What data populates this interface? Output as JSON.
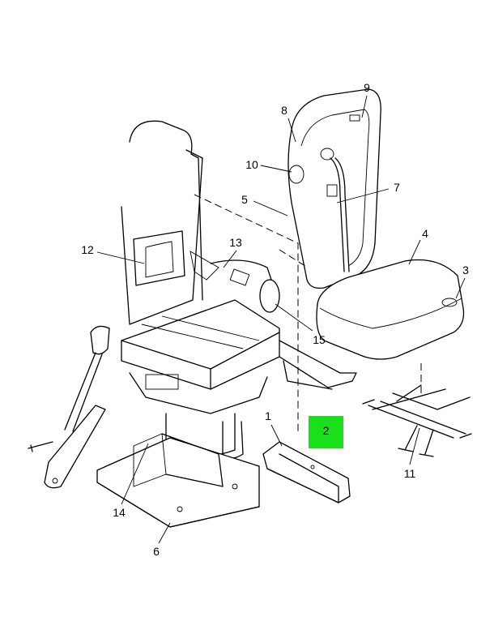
{
  "diagram": {
    "highlight_color": "#19e019",
    "highlighted_callout": "2",
    "callouts": {
      "c1": "1",
      "c2": "2",
      "c3": "3",
      "c4": "4",
      "c5": "5",
      "c6": "6",
      "c7": "7",
      "c8": "8",
      "c9": "9",
      "c10": "10",
      "c11": "11",
      "c12": "12",
      "c13": "13",
      "c14": "14",
      "c15": "15"
    }
  }
}
